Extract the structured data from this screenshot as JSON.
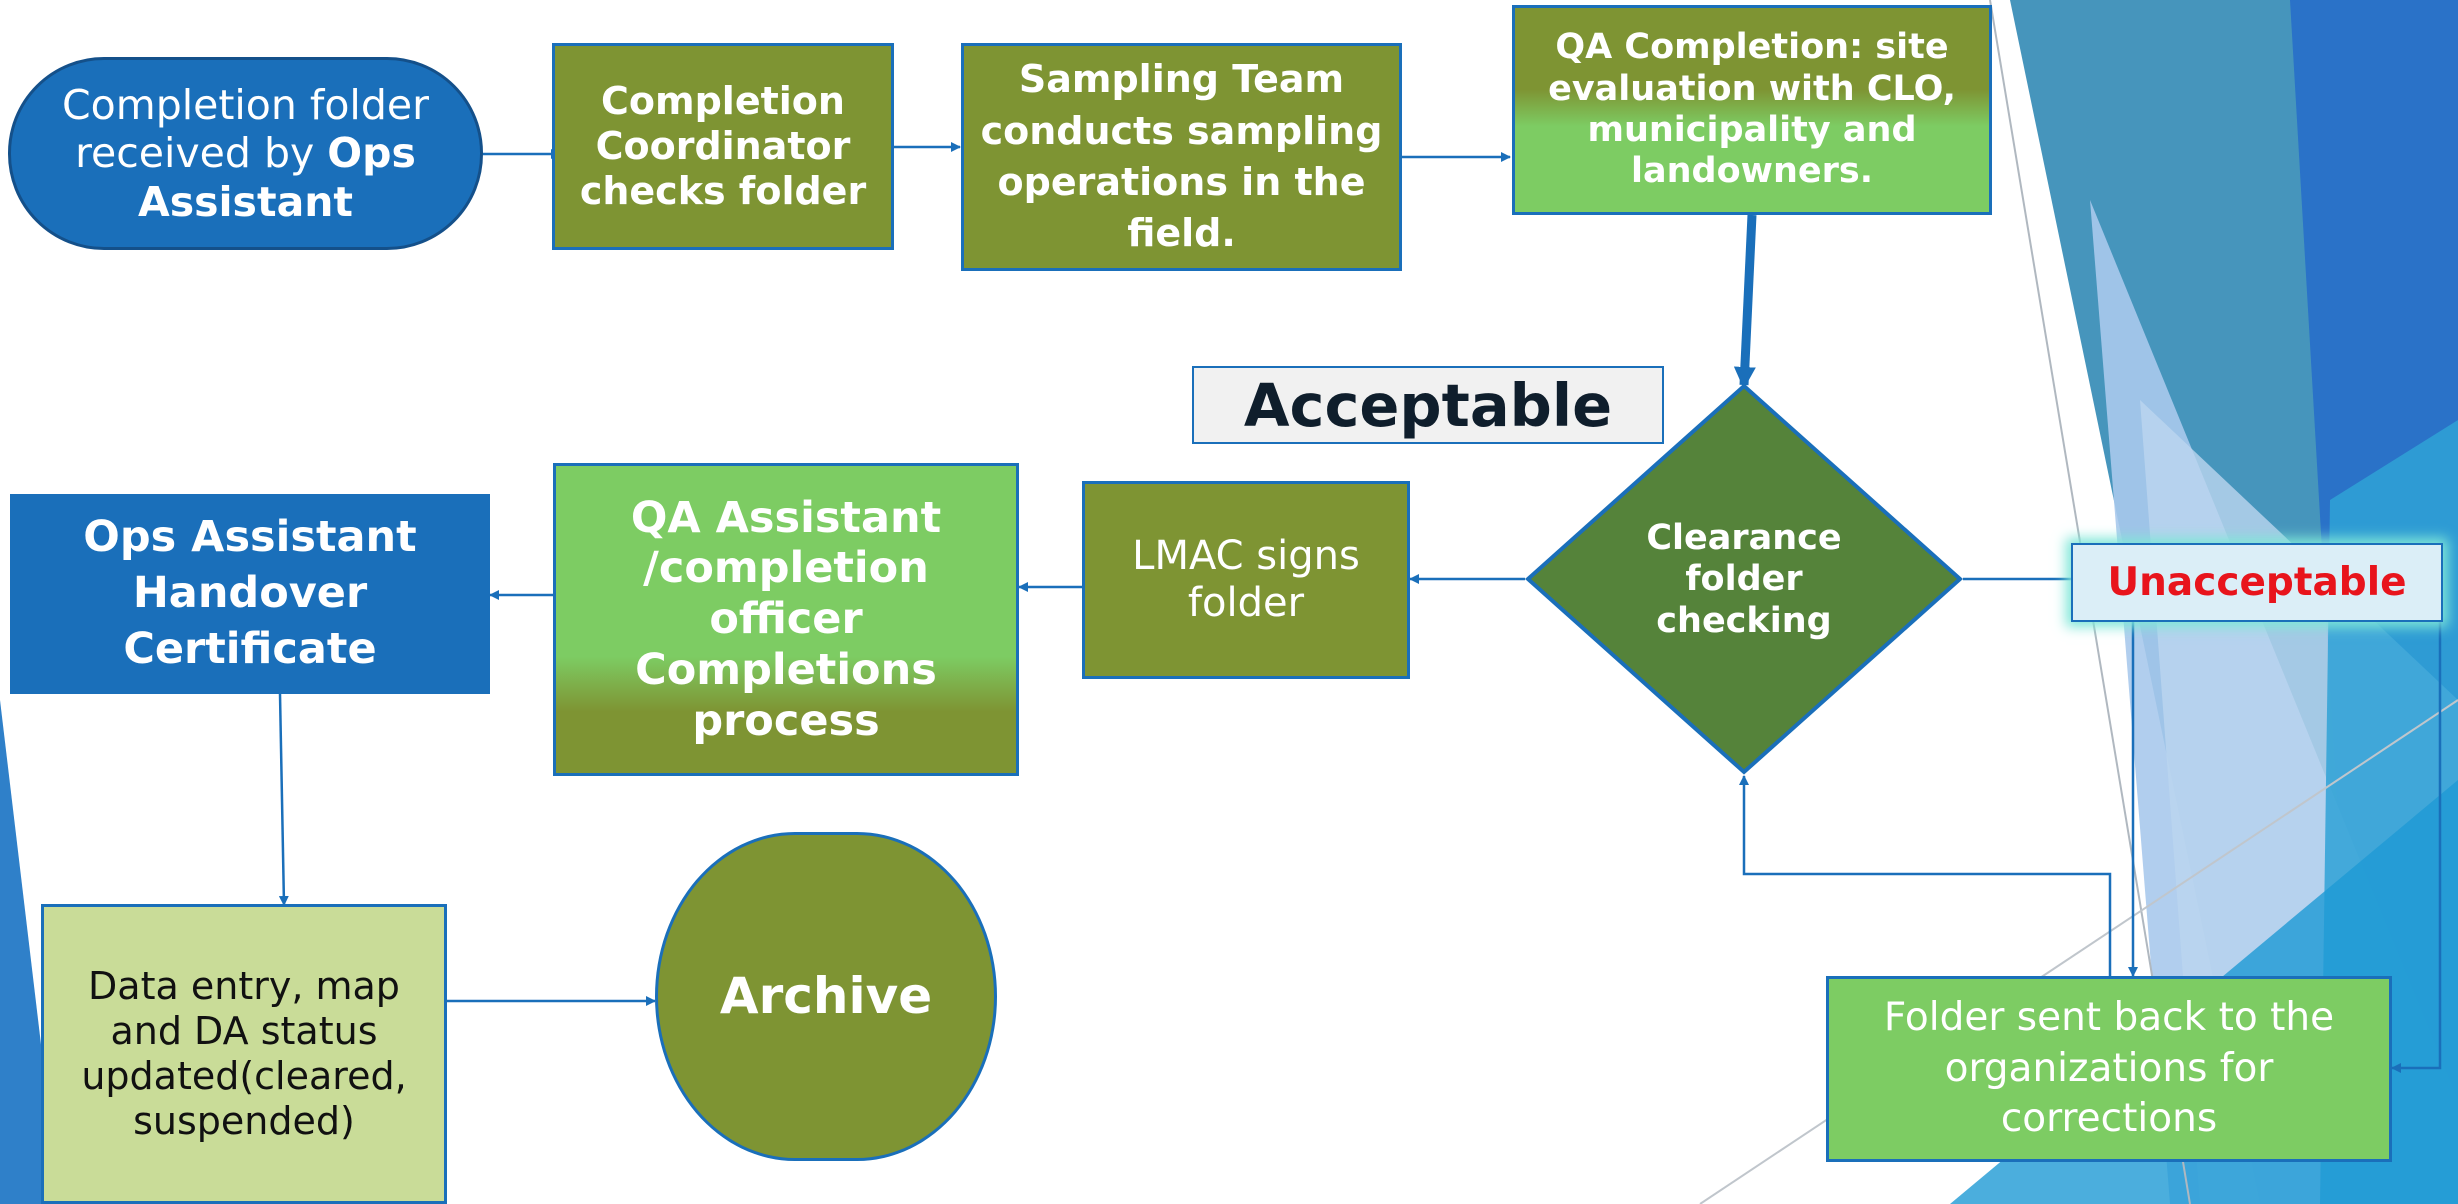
{
  "nodes": {
    "completion_folder": {
      "text_1": "Completion folder",
      "text_2": "received by ",
      "text_bold_1": "Ops",
      "text_bold_2": "Assistant"
    },
    "coordinator": {
      "text": "Completion\nCoordinator\nchecks folder"
    },
    "sampling": {
      "text": "Sampling Team\nconducts sampling\noperations in the\nfield."
    },
    "qa_completion": {
      "text": "QA Completion: site\nevaluation with CLO,\nmunicipality and\nlandowners."
    },
    "clearance": {
      "text": "Clearance\nfolder\nchecking"
    },
    "lmac": {
      "text": "LMAC signs\nfolder"
    },
    "qa_assistant": {
      "text": "QA Assistant\n/completion\nofficer\nCompletions\nprocess"
    },
    "ops_handover": {
      "text": "Ops Assistant\nHandover\nCertificate"
    },
    "data_entry": {
      "text": "Data entry, map\nand DA status\nupdated(cleared,\nsuspended)"
    },
    "archive": {
      "text": "Archive"
    },
    "folder_sent_back": {
      "text": "Folder sent back to the\norganizations for\ncorrections"
    }
  },
  "labels": {
    "acceptable": "Acceptable",
    "unacceptable": "Unacceptable"
  },
  "colors": {
    "olive": "#7e9433",
    "light_green": "#7dcc63",
    "blue": "#1a6fba",
    "diamond": "#55833a",
    "pale_green": "#c9dc98",
    "unacceptable_text": "#e8141c"
  }
}
